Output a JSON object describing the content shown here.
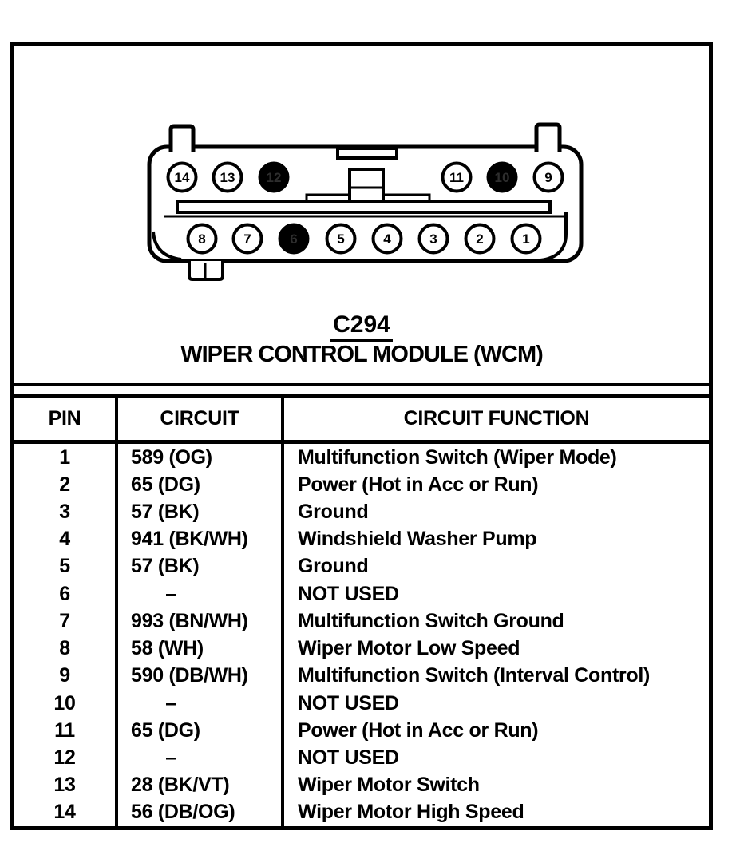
{
  "diagram": {
    "connector_label": "C294",
    "connector_name": "WIPER CONTROL MODULE (WCM)",
    "pins_top_row": [
      {
        "label": "14",
        "filled": false
      },
      {
        "label": "13",
        "filled": false
      },
      {
        "label": "12",
        "filled": true
      },
      {
        "label": "11",
        "filled": false
      },
      {
        "label": "10",
        "filled": true
      },
      {
        "label": "9",
        "filled": false
      }
    ],
    "pins_bottom_row": [
      {
        "label": "8",
        "filled": false
      },
      {
        "label": "7",
        "filled": false
      },
      {
        "label": "6",
        "filled": true
      },
      {
        "label": "5",
        "filled": false
      },
      {
        "label": "4",
        "filled": false
      },
      {
        "label": "3",
        "filled": false
      },
      {
        "label": "2",
        "filled": false
      },
      {
        "label": "1",
        "filled": false
      }
    ]
  },
  "table": {
    "headers": [
      "PIN",
      "CIRCUIT",
      "CIRCUIT FUNCTION"
    ],
    "rows": [
      {
        "pin": "1",
        "circuit": "589 (OG)",
        "function": "Multifunction Switch (Wiper Mode)"
      },
      {
        "pin": "2",
        "circuit": "65 (DG)",
        "function": "Power (Hot in Acc or Run)"
      },
      {
        "pin": "3",
        "circuit": "57 (BK)",
        "function": "Ground"
      },
      {
        "pin": "4",
        "circuit": "941 (BK/WH)",
        "function": "Windshield Washer Pump"
      },
      {
        "pin": "5",
        "circuit": "57 (BK)",
        "function": "Ground"
      },
      {
        "pin": "6",
        "circuit": "–",
        "function": "NOT USED"
      },
      {
        "pin": "7",
        "circuit": "993 (BN/WH)",
        "function": "Multifunction Switch Ground"
      },
      {
        "pin": "8",
        "circuit": "58 (WH)",
        "function": "Wiper Motor Low Speed"
      },
      {
        "pin": "9",
        "circuit": "590 (DB/WH)",
        "function": "Multifunction Switch (Interval Control)"
      },
      {
        "pin": "10",
        "circuit": "–",
        "function": "NOT USED"
      },
      {
        "pin": "11",
        "circuit": "65 (DG)",
        "function": "Power (Hot in Acc or Run)"
      },
      {
        "pin": "12",
        "circuit": "–",
        "function": "NOT USED"
      },
      {
        "pin": "13",
        "circuit": "28 (BK/VT)",
        "function": "Wiper Motor Switch"
      },
      {
        "pin": "14",
        "circuit": "56 (DB/OG)",
        "function": "Wiper Motor High Speed"
      }
    ]
  },
  "colors": {
    "ink": "#000000",
    "paper": "#ffffff"
  }
}
